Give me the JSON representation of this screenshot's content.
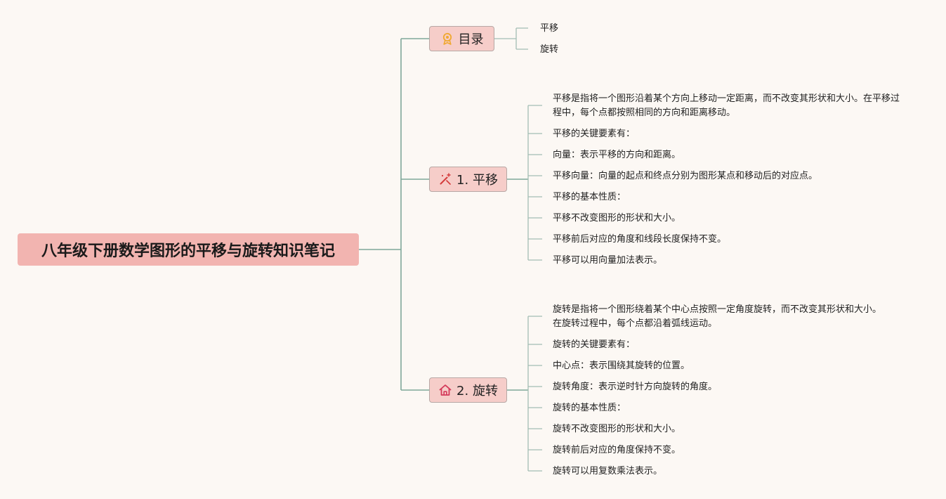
{
  "root": {
    "title": "八年级下册数学图形的平移与旋转知识笔记"
  },
  "branches": [
    {
      "label": "目录",
      "icon": "award-icon",
      "children": [
        "平移",
        "旋转"
      ]
    },
    {
      "label": "1. 平移",
      "icon": "magic-wand-icon",
      "children": [
        "平移是指将一个图形沿着某个方向上移动一定距离，而不改变其形状和大小。在平移过程中，每个点都按照相同的方向和距离移动。",
        "平移的关键要素有：",
        "向量：表示平移的方向和距离。",
        "平移向量：向量的起点和终点分别为图形某点和移动后的对应点。",
        "平移的基本性质：",
        "平移不改变图形的形状和大小。",
        "平移前后对应的角度和线段长度保持不变。",
        "平移可以用向量加法表示。"
      ]
    },
    {
      "label": "2. 旋转",
      "icon": "home-icon",
      "children": [
        "旋转是指将一个图形绕着某个中心点按照一定角度旋转，而不改变其形状和大小。在旋转过程中，每个点都沿着弧线运动。",
        "旋转的关键要素有：",
        "中心点：表示围绕其旋转的位置。",
        "旋转角度：表示逆时针方向旋转的角度。",
        "旋转的基本性质：",
        "旋转不改变图形的形状和大小。",
        "旋转前后对应的角度保持不变。",
        "旋转可以用复数乘法表示。"
      ]
    }
  ],
  "colors": {
    "background": "#fcf8f4",
    "root_fill": "#f2b4b0",
    "branch_fill": "#f6cdc9",
    "branch_border": "#b7a8a5",
    "main_connector": "#7fa79a",
    "leaf_connector": "#a3bdb4",
    "icon_award": "#f0a830",
    "icon_wand": "#d43a3a",
    "icon_home": "#d43a5a"
  }
}
